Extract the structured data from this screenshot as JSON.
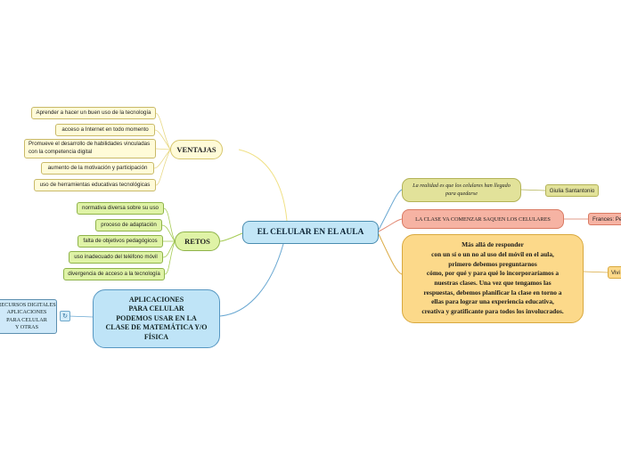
{
  "center": {
    "title": "EL CELULAR EN EL AULA"
  },
  "ventajas": {
    "label": "VENTAJAS",
    "items": [
      "Aprender a hacer un buen uso de la tecnología",
      "acceso a Internet en todo momento",
      "Promueve el desarrollo de habilidades vinculadas con la competencia digital",
      "aumento de la motivación y participación",
      "uso de herramientas educativas tecnológicas"
    ]
  },
  "retos": {
    "label": "RETOS",
    "items": [
      "normativa diversa sobre su uso",
      "proceso de adaptación",
      "falta de objetivos pedagógicos",
      "uso inadecuado del teléfono móvil",
      "divergencia de acceso a la tecnología"
    ]
  },
  "aplicaciones": {
    "label": "APLICACIONES\nPARA CELULAR\nPODEMOS USAR EN LA\nCLASE DE MATEMÁTICA Y/O\nFÍSICA",
    "child": "RECURSOS DIGITALES\nAPLICACIONES\nPARA CELULAR\nY OTRAS",
    "link_icon": "link-chain-icon"
  },
  "realidad": {
    "text": "La realidad es que los celulares han llegado para quedarse",
    "author": "Giulia Santantonio"
  },
  "clase": {
    "text": "LA CLASE VA COMENZAR SAQUEN LOS CELULARES",
    "author": "Frances: Pe"
  },
  "masalla": {
    "text": "Más allá de responder\ncon un sí o un no al uso del móvil en el aula,\nprimero debemos preguntarnos\ncómo, por qué y para qué lo incorporaríamos a\nnuestras clases. Una vez que tengamos las\nrespuestas, debemos planificar la clase en torno a\nellas para lograr una experiencia educativa,\ncreativa y gratificante para todos los involucrados.",
    "author": "Vivi"
  },
  "colors": {
    "center": "#c2e6f7",
    "ventajas": "#fffbd8",
    "retos": "#dff3a6",
    "aplicaciones": "#bfe4f7",
    "realidad": "#e2e29a",
    "clase": "#f6b3a3",
    "masalla": "#fcd98a"
  }
}
